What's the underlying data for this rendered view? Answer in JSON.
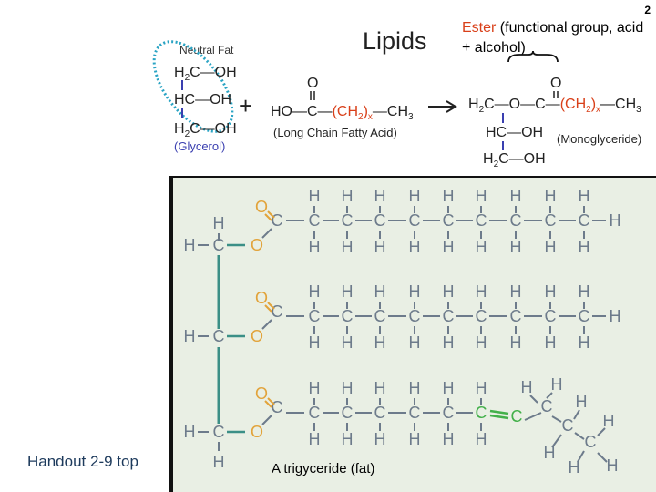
{
  "slide": {
    "number": "2"
  },
  "title": "Lipids",
  "ester_note": {
    "word": "Ester",
    "rest": " (functional group, acid + alcohol)"
  },
  "labels": {
    "neutral_fat": "Neutral Fat",
    "glycerol": "(Glycerol)",
    "fatty_acid": "(Long Chain Fatty Acid)",
    "monoglyceride": "(Monoglyceride)",
    "triglyceride": "A trigyceride (fat)",
    "handout": "Handout 2-9 top"
  },
  "colors": {
    "ester_red": "#d9401a",
    "glycerol_blue": "#3a3fb0",
    "ring_teal": "#2aa4c4",
    "panel_bg": "#e9efe4",
    "chain_gray": "#6d7b8b",
    "glycerol_backbone_green": "#3b8f86",
    "oxygen_orange": "#e2a33a",
    "double_bond_green": "#43b04a",
    "handout_navy": "#1d3a5c"
  },
  "icons": {
    "reaction_arrow": "arrow-right-icon",
    "brace": "curly-brace-icon",
    "plus": "plus-icon"
  }
}
